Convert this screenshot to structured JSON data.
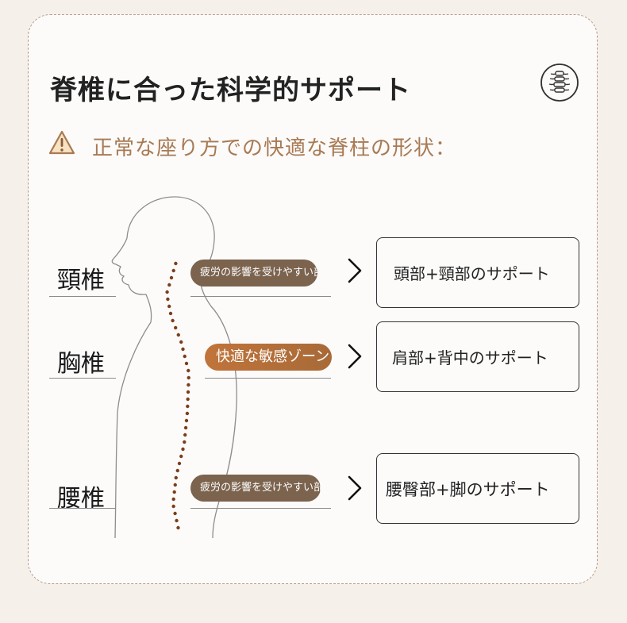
{
  "title": "脊椎に合った科学的サポート",
  "subtitle": "正常な座り方での快適な脊柱の形状：",
  "icons": {
    "badge": "spine-icon",
    "warning": "warning-icon",
    "arrow": "chevron-right-icon"
  },
  "colors": {
    "background": "#f5f0ea",
    "card": "#fcfbfa",
    "subtitle_text": "#a87a54",
    "pill_tired": "#7b634e",
    "pill_comfort": "#c0743a",
    "spine_dots": "#7a3e1c"
  },
  "regions": [
    {
      "label": "頸椎",
      "note": "疲労の影響を受けやすい部分",
      "support": "頭部+頸部のサポート"
    },
    {
      "label": "胸椎",
      "note": "快適な敏感ゾーン",
      "support": "肩部+背中のサポート"
    },
    {
      "label": "腰椎",
      "note": "疲労の影響を受けやすい部分",
      "support": "腰臀部+脚のサポート"
    }
  ]
}
